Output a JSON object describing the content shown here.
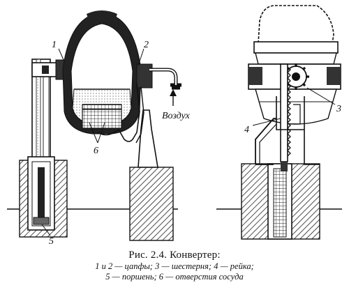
{
  "figure": {
    "labels": {
      "trunnion_1": "1",
      "trunnion_2": "2",
      "gear": "3",
      "rack": "4",
      "piston": "5",
      "holes": "6",
      "air": "Воздух"
    }
  },
  "caption": {
    "title": "Рис. 2.4. Конвертер:",
    "line1": "1 и 2 — цапфы; 3 — шестерня; 4 — рейка;",
    "line2": "5 — поршень; 6 — отверстия сосуда"
  }
}
